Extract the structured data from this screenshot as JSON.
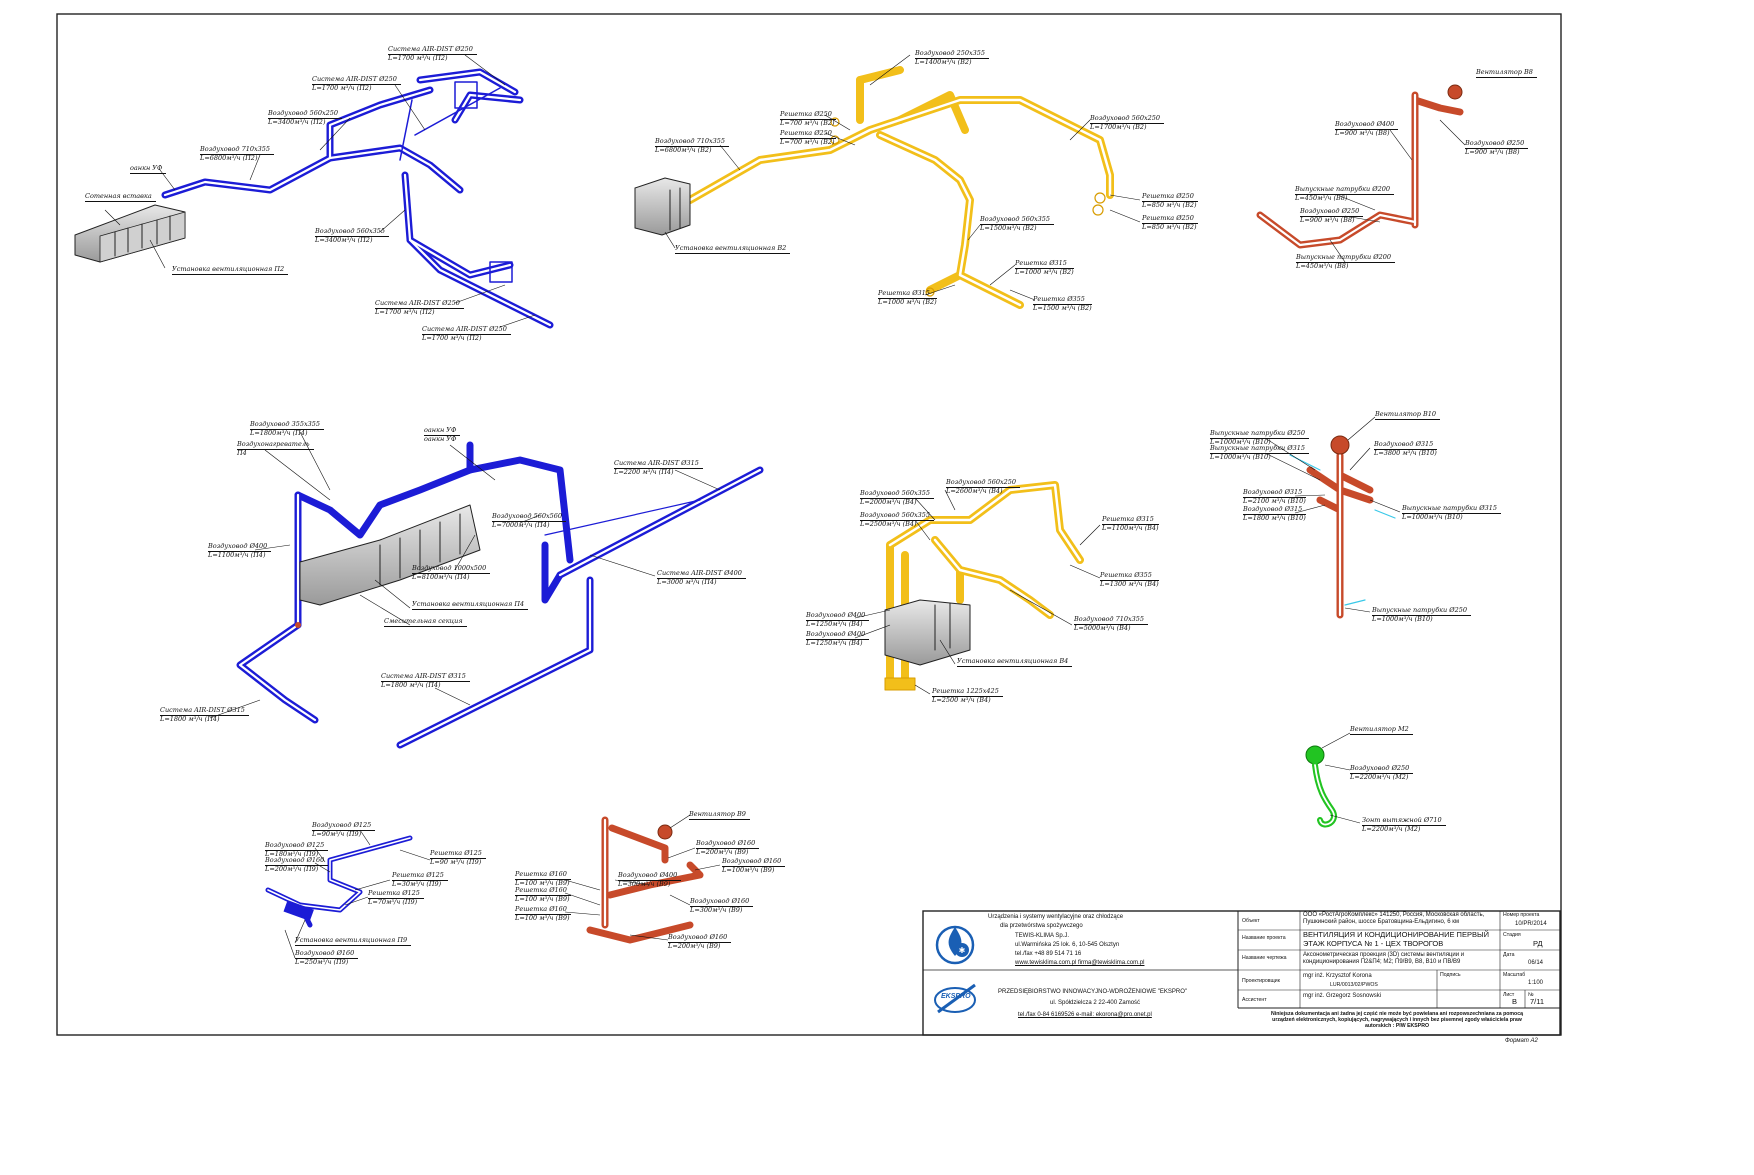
{
  "colors": {
    "blue": "#1c1cd6",
    "yellow": "#f2bf1a",
    "red": "#c74a2a",
    "green": "#22c422",
    "frame": "#222222"
  },
  "groups": {
    "p2": [
      {
        "l1": "Система AIR-DIST Ø250",
        "l2": "L=1700 м³/ч (П2)"
      },
      {
        "l1": "Система AIR-DIST Ø250",
        "l2": "L=1700 м³/ч (П2)"
      },
      {
        "l1": "Воздуховод 560x250",
        "l2": "L=3400м³/ч (П2)"
      },
      {
        "l1": "Воздуховод 710x355",
        "l2": "L=6800м³/ч (П2)"
      },
      {
        "l1": "оанкн УФ",
        "l2": ""
      },
      {
        "l1": "Сотенная вставка",
        "l2": ""
      },
      {
        "l1": "Воздуховод 560x355",
        "l2": "L=3400м³/ч (П2)"
      },
      {
        "l1": "Установка вентиляционная П2",
        "l2": ""
      },
      {
        "l1": "Система AIR-DIST Ø250",
        "l2": "L=1700 м³/ч (П2)"
      },
      {
        "l1": "Система AIR-DIST Ø250",
        "l2": "L=1700 м³/ч (П2)"
      }
    ],
    "v2": [
      {
        "l1": "Воздуховод 250x355",
        "l2": "L=1400м³/ч (В2)"
      },
      {
        "l1": "Воздуховод 710x355",
        "l2": "L=6800м³/ч (В2)"
      },
      {
        "l1": "Решетка Ø250",
        "l2": "L=700 м³/ч (В2)"
      },
      {
        "l1": "Решетка Ø250",
        "l2": "L=700 м³/ч (В2)"
      },
      {
        "l1": "Воздуховод 560x250",
        "l2": "L=1700м³/ч (В2)"
      },
      {
        "l1": "Решетка Ø250",
        "l2": "L=850 м³/ч (В2)"
      },
      {
        "l1": "Решетка Ø250",
        "l2": "L=850 м³/ч (В2)"
      },
      {
        "l1": "Воздуховод 560x355",
        "l2": "L=1500м³/ч (В2)"
      },
      {
        "l1": "Установка вентиляционная В2",
        "l2": ""
      },
      {
        "l1": "Решетка Ø315",
        "l2": "L=1000 м³/ч (В2)"
      },
      {
        "l1": "Решетка Ø315",
        "l2": "L=1000 м³/ч (В2)"
      },
      {
        "l1": "Решетка Ø355",
        "l2": "L=1500 м³/ч (В2)"
      }
    ],
    "v8": [
      {
        "l1": "Вентилятор В8",
        "l2": ""
      },
      {
        "l1": "Воздуховод Ø400",
        "l2": "L=900 м³/ч (В8)"
      },
      {
        "l1": "Воздуховод Ø250",
        "l2": "L=900 м³/ч (В8)"
      },
      {
        "l1": "Выпускные патрубки Ø200",
        "l2": "L=450м³/ч (В8)"
      },
      {
        "l1": "Воздуховод Ø250",
        "l2": "L=900 м³/ч (В8)"
      },
      {
        "l1": "Выпускные патрубки Ø200",
        "l2": "L=450м³/ч (В8)"
      }
    ],
    "p4": [
      {
        "l1": "Воздуховод 355x355",
        "l2": "L=1800м³/ч (П4)"
      },
      {
        "l1": "Воздухонагреватель",
        "l2": "П4"
      },
      {
        "l1": "оанкн УФ",
        "l2": "оанкн УФ"
      },
      {
        "l1": "Система AIR-DIST Ø315",
        "l2": "L=2200 м³/ч (П4)"
      },
      {
        "l1": "Воздуховод Ø400",
        "l2": "L=1100м³/ч (П4)"
      },
      {
        "l1": "Воздуховод 560x560",
        "l2": "L=7000м³/ч (П4)"
      },
      {
        "l1": "Воздуховод 1000x500",
        "l2": "L=8100м³/ч (П4)"
      },
      {
        "l1": "Система AIR-DIST Ø400",
        "l2": "L=3000 м³/ч (П4)"
      },
      {
        "l1": "Установка вентиляционная П4",
        "l2": ""
      },
      {
        "l1": "Смесительная секция",
        "l2": ""
      },
      {
        "l1": "Система AIR-DIST Ø315",
        "l2": "L=1800 м³/ч (П4)"
      },
      {
        "l1": "Система AIR-DIST Ø315",
        "l2": "L=1800 м³/ч (П4)"
      }
    ],
    "v4": [
      {
        "l1": "Воздуховод 560x250",
        "l2": "L=2600м³/ч (В4)"
      },
      {
        "l1": "Воздуховод 560x355",
        "l2": "L=2000м³/ч (В4)"
      },
      {
        "l1": "Воздуховод 560x355",
        "l2": "L=2500м³/ч (В4)"
      },
      {
        "l1": "Решетка Ø315",
        "l2": "L=1100м³/ч (В4)"
      },
      {
        "l1": "Решетка Ø355",
        "l2": "L=1300 м³/ч (В4)"
      },
      {
        "l1": "Воздуховод Ø400",
        "l2": "L=1250м³/ч (В4)"
      },
      {
        "l1": "Воздуховод Ø400",
        "l2": "L=1250м³/ч (В4)"
      },
      {
        "l1": "Воздуховод 710x355",
        "l2": "L=5000м³/ч (В4)"
      },
      {
        "l1": "Установка вентиляционная В4",
        "l2": ""
      },
      {
        "l1": "Решетка 1225x425",
        "l2": "L=2500 м³/ч (В4)"
      }
    ],
    "v10": [
      {
        "l1": "Вентилятор В10",
        "l2": ""
      },
      {
        "l1": "Выпускные патрубки Ø250",
        "l2": "L=1000м³/ч (В10)"
      },
      {
        "l1": "Выпускные патрубки Ø315",
        "l2": "L=1000м³/ч (В10)"
      },
      {
        "l1": "Воздуховод Ø315",
        "l2": "L=3800 м³/ч (В10)"
      },
      {
        "l1": "Воздуховод Ø315",
        "l2": "L=2100 м³/ч (В10)"
      },
      {
        "l1": "Воздуховод Ø315",
        "l2": "L=1800 м³/ч (В10)"
      },
      {
        "l1": "Выпускные патрубки Ø315",
        "l2": "L=1000м³/ч (В10)"
      },
      {
        "l1": "Выпускные патрубки Ø250",
        "l2": "L=1000м³/ч (В10)"
      }
    ],
    "m2": [
      {
        "l1": "Вентилятор М2",
        "l2": ""
      },
      {
        "l1": "Воздуховод Ø250",
        "l2": "L=2200м³/ч (М2)"
      },
      {
        "l1": "Зонт вытяжной Ø710",
        "l2": "L=2200м³/ч (М2)"
      }
    ],
    "p9": [
      {
        "l1": "Воздуховод Ø125",
        "l2": "L=90м³/ч (П9)"
      },
      {
        "l1": "Воздуховод Ø125",
        "l2": "L=180м³/ч (П9)"
      },
      {
        "l1": "Воздуховод Ø160",
        "l2": "L=200м³/ч (П9)"
      },
      {
        "l1": "Решетка Ø125",
        "l2": "L=90 м³/ч (П9)"
      },
      {
        "l1": "Решетка Ø125",
        "l2": "L=30м³/ч (П9)"
      },
      {
        "l1": "Решетка Ø125",
        "l2": "L=70м³/ч (П9)"
      },
      {
        "l1": "Установка вентиляционная П9",
        "l2": ""
      },
      {
        "l1": "Воздуховод Ø160",
        "l2": "L=250м³/ч (П9)"
      }
    ],
    "v9": [
      {
        "l1": "Вентилятор В9",
        "l2": ""
      },
      {
        "l1": "Воздуховод Ø160",
        "l2": "L=200м³/ч (В9)"
      },
      {
        "l1": "Решетка Ø160",
        "l2": "L=100 м³/ч (В9)"
      },
      {
        "l1": "Решетка Ø160",
        "l2": "L=100 м³/ч (В9)"
      },
      {
        "l1": "Воздуховод Ø400",
        "l2": "L=300м³/ч (В9)"
      },
      {
        "l1": "Решетка Ø160",
        "l2": "L=100 м³/ч (В9)"
      },
      {
        "l1": "Воздуховод Ø160",
        "l2": "L=300м³/ч (В9)"
      },
      {
        "l1": "Воздуховод Ø160",
        "l2": "L=100м³/ч (В9)"
      },
      {
        "l1": "Воздуховод Ø160",
        "l2": "L=200м³/ч (В9)"
      }
    ]
  },
  "titleblock": {
    "company1": [
      "Urządzenia i systemy wentylacyjne oraz chłodzące",
      "dla przetwórstwa spożywczego",
      "TEWIS-KLIMA Sp.J.",
      "ul.Warmińska 25 lok. 6, 10-545 Olsztyn",
      "tel./fax +48 89 514 71 16",
      "www.tewisklima.com.pl   firma@tewisklima.com.pl"
    ],
    "company2": [
      "PRZEDSIĘBIORSTWO INNOWACYJNO-WDROŻENIOWE \"EKSPRO\"",
      "ul. Spółdzielcza 2  22-400 Zamość",
      "tel./fax 0-84 6169526   e-mail: ekorona@pro.onet.pl"
    ],
    "logo2_text": "EKSPRO",
    "row_labels": [
      "Объект",
      "Название проекта",
      "Название чертежа",
      "Проектировщик",
      "Ассистент"
    ],
    "object": "ООО «РостАгроКомплекс» 141250, Россия, Московская область, Пушкинский район, шоссе Братовщина-Ельдигино, 6 км",
    "project": "ВЕНТИЛЯЦИЯ И КОНДИЦИОНИРОВАНИЕ ПЕРВЫЙ ЭТАЖ КОРПУСА № 1 - ЦЕХ ТВОРОГОВ",
    "drawing": "Аксонометрическая проекция (3D) системы вентиляции и кондиционирования П2&П4; М2; П9/В9, В8, В10 и ПВ/В9",
    "designer": "mgr inż. Krzysztof Korona",
    "designer_no": "LUR/0013/02/PWOS",
    "assistant": "mgr inż. Grzegorz Sosnowski",
    "signature_label": "Подпись",
    "right_labels": [
      "Номер проекта",
      "Стадия",
      "Дата",
      "Масштаб",
      "Лист",
      "№"
    ],
    "project_no": "10/PR/2014",
    "stage": "РД",
    "date": "06/14",
    "scale": "1:100",
    "sheet_size": "B",
    "sheet_no": "7/11",
    "note": "Niniejsza dokumentacja ani żadna jej część nie może być powielana ani rozpowszechniana za pomocą urządzeń elektronicznych, kopiujących, nagrywających i innych bez pisemnej zgody właściciela praw autorskich : PIW EKSPRO",
    "format": "Формат А2"
  }
}
